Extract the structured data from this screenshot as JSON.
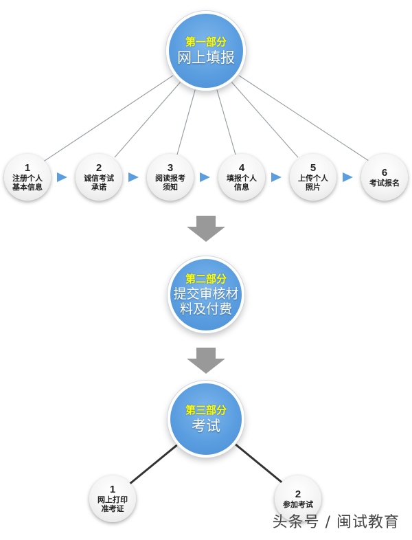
{
  "colors": {
    "part_fill": "#5b9ee0",
    "part_label": "#ffff00",
    "step_arrow": "#5b9ee0",
    "down_arrow": "#999999",
    "connector": "#333333"
  },
  "parts": [
    {
      "label": "第一部分",
      "title": "网上填报"
    },
    {
      "label": "第二部分",
      "title": "提交审核材\n料及付费"
    },
    {
      "label": "第三部分",
      "title": "考试"
    }
  ],
  "part1_steps": [
    {
      "num": "1",
      "text": "注册个人\n基本信息"
    },
    {
      "num": "2",
      "text": "诚信考试\n承诺"
    },
    {
      "num": "3",
      "text": "阅读报考\n须知"
    },
    {
      "num": "4",
      "text": "填报个人\n信息"
    },
    {
      "num": "5",
      "text": "上传个人\n照片"
    },
    {
      "num": "6",
      "text": "考试报名"
    }
  ],
  "part3_steps": [
    {
      "num": "1",
      "text": "网上打印\n准考证"
    },
    {
      "num": "2",
      "text": "参加考试"
    }
  ],
  "watermark": "头条号 / 闽试教育"
}
